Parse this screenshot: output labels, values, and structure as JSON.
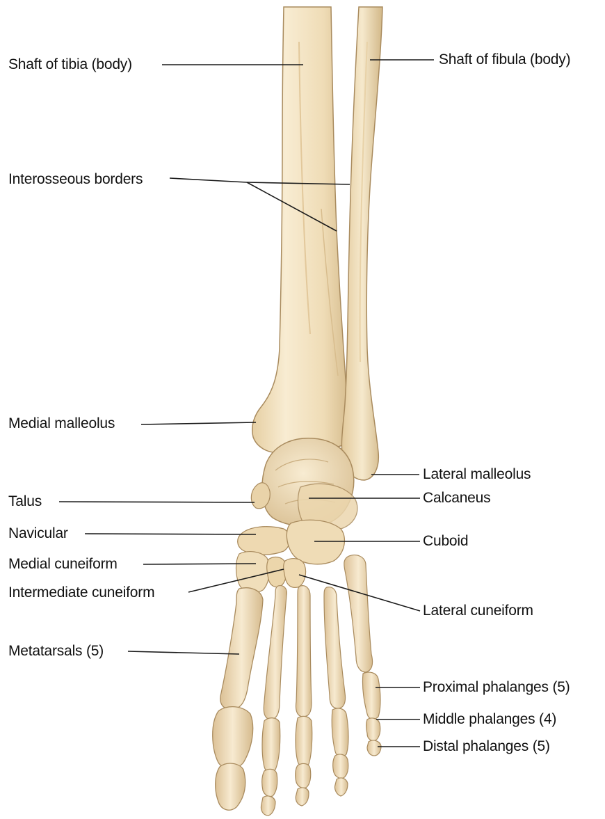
{
  "labels": {
    "shaft_tibia": "Shaft of tibia (body)",
    "shaft_fibula": "Shaft of fibula (body)",
    "interosseous": "Interosseous borders",
    "medial_malleolus": "Medial malleolus",
    "lateral_malleolus": "Lateral malleolus",
    "talus": "Talus",
    "calcaneus": "Calcaneus",
    "navicular": "Navicular",
    "cuboid": "Cuboid",
    "medial_cuneiform": "Medial cuneiform",
    "intermediate_cuneiform": "Intermediate cuneiform",
    "lateral_cuneiform": "Lateral cuneiform",
    "metatarsals": "Metatarsals (5)",
    "proximal_phalanges": "Proximal phalanges (5)",
    "middle_phalanges": "Middle phalanges (4)",
    "distal_phalanges": "Distal phalanges (5)"
  },
  "colors": {
    "bone_fill": "#efdcb6",
    "bone_light": "#f8ecd2",
    "bone_shadow": "#cdb387",
    "bone_outline": "#9a7f55",
    "leader": "#1a1a1a",
    "text": "#111111"
  }
}
